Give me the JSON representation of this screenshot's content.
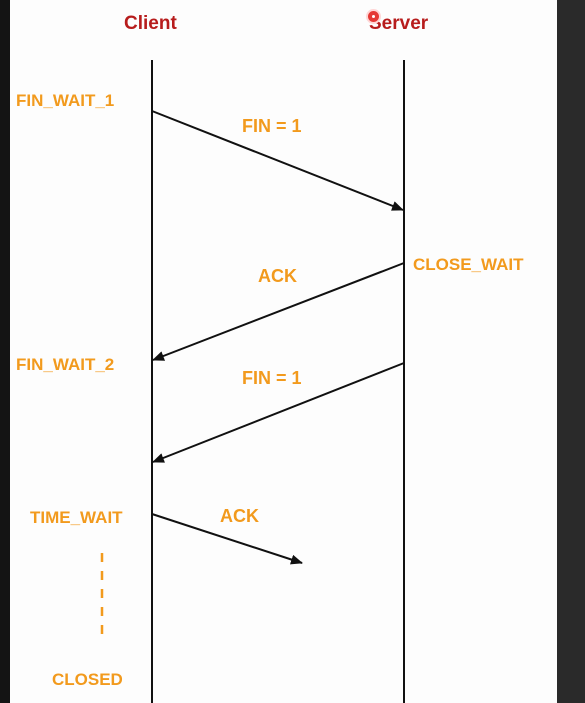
{
  "diagram": {
    "title_left": "Client",
    "title_right": "Server",
    "states": {
      "fin_wait_1": "FIN_WAIT_1",
      "close_wait": "CLOSE_WAIT",
      "fin_wait_2": "FIN_WAIT_2",
      "time_wait": "TIME_WAIT",
      "closed": "CLOSED"
    },
    "messages": {
      "fin_1": "FIN = 1",
      "ack_1": "ACK",
      "fin_2": "FIN = 1",
      "ack_2": "ACK"
    }
  },
  "colors": {
    "header": "#b71c1c",
    "state_label": "#f29a1d",
    "line": "#111111",
    "background": "#fdfdfd",
    "frame": "#141414",
    "pointer": "#e53935"
  }
}
